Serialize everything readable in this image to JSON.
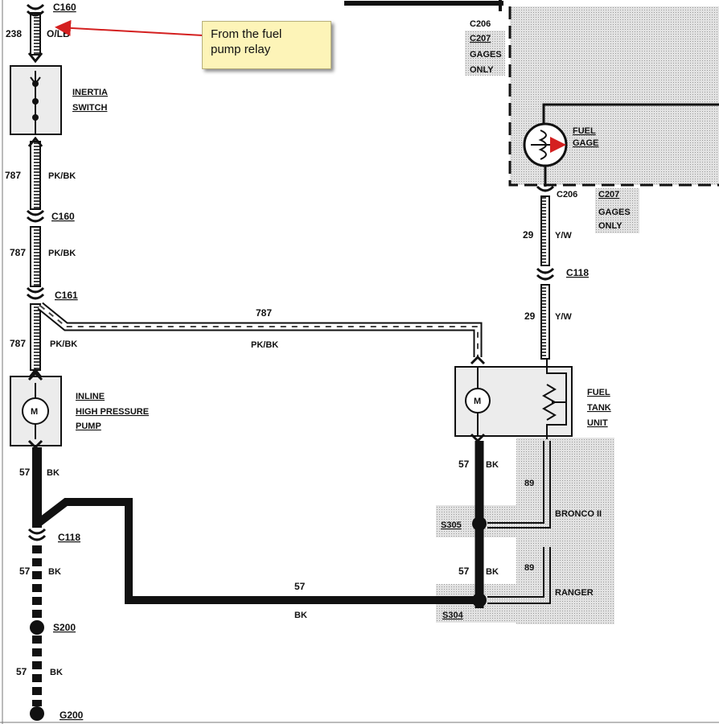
{
  "callout": {
    "line1": "From the fuel",
    "line2": "pump relay"
  },
  "left_branch": {
    "c160_top": "C160",
    "circuit_238": "238",
    "color_olb": "O/LB",
    "inertia_line1": "INERTIA",
    "inertia_line2": "SWITCH",
    "circuit_787_a": "787",
    "color_pkbk_a": "PK/BK",
    "c160_mid": "C160",
    "circuit_787_b": "787",
    "color_pkbk_b": "PK/BK",
    "c161": "C161",
    "circuit_787_c": "787",
    "color_pkbk_c": "PK/BK",
    "pump_line1": "INLINE",
    "pump_line2": "HIGH PRESSURE",
    "pump_line3": "PUMP",
    "motor_symbol": "M",
    "circuit_57_a": "57",
    "color_bk_a": "BK",
    "c118": "C118",
    "circuit_57_b": "57",
    "color_bk_b": "BK",
    "s200": "S200",
    "circuit_57_c": "57",
    "color_bk_c": "BK",
    "g200": "G200"
  },
  "cross_wire": {
    "circuit_787": "787",
    "color_pkbk": "PK/BK",
    "circuit_57": "57",
    "color_bk": "BK"
  },
  "right_branch": {
    "c206_top": "C206",
    "c207_top": "C207",
    "gages_top": "GAGES",
    "only_top": "ONLY",
    "fuel_gage_line1": "FUEL",
    "fuel_gage_line2": "GAGE",
    "c206_mid": "C206",
    "c207_mid": "C207",
    "gages_mid": "GAGES",
    "only_mid": "ONLY",
    "circuit_29_a": "29",
    "color_yw_a": "Y/W",
    "c118": "C118",
    "circuit_29_b": "29",
    "color_yw_b": "Y/W",
    "tank_line1": "FUEL",
    "tank_line2": "TANK",
    "tank_line3": "UNIT",
    "motor_symbol": "M",
    "circuit_57_a": "57",
    "color_bk_a": "BK",
    "circuit_89_a": "89",
    "bronco": "BRONCO II",
    "s305": "S305",
    "circuit_57_b": "57",
    "color_bk_b": "BK",
    "circuit_89_b": "89",
    "ranger": "RANGER",
    "s304": "S304"
  },
  "colors": {
    "callout_bg": "#fdf4b8",
    "arrow": "#d42020",
    "shade": "#d9d9d9",
    "wire": "#111111"
  }
}
